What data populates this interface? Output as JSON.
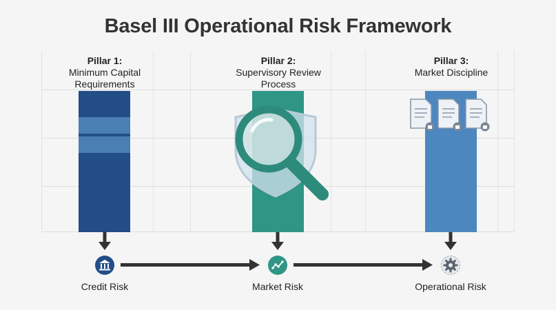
{
  "title": "Basel III Operational Risk Framework",
  "pillars": [
    {
      "name": "Pillar 1:",
      "desc_line1": "Minimum Capital",
      "desc_line2": "Requirements",
      "color": "#224d86"
    },
    {
      "name": "Pillar 2:",
      "desc_line1": "Supervisory Review",
      "desc_line2": "Process",
      "color": "#2f9584"
    },
    {
      "name": "Pillar 3:",
      "desc_line1": "Market Discipline",
      "desc_line2": "",
      "color": "#4d87bf"
    }
  ],
  "risks": [
    {
      "label": "Credit Risk",
      "icon": "bank-icon",
      "color": "#224d86"
    },
    {
      "label": "Market Risk",
      "icon": "trend-line-icon",
      "color": "#2f9584"
    },
    {
      "label": "Operational Risk",
      "icon": "gear-icon",
      "color": "#5b6470"
    }
  ],
  "illustrations": [
    "magnifying-glass-icon",
    "shield-icon",
    "locked-document-icon"
  ]
}
